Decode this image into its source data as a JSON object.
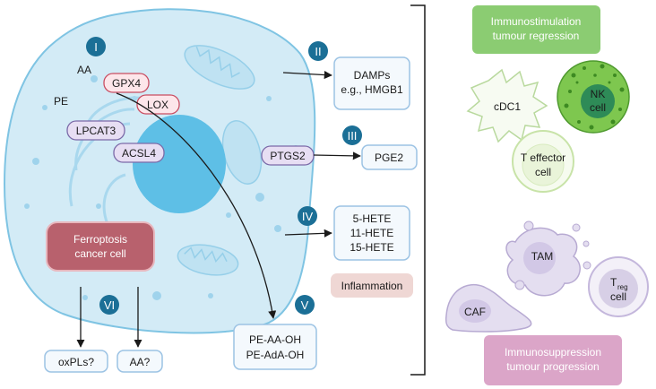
{
  "colors": {
    "cell_fill": "#d3ebf6",
    "cell_stroke": "#7fc4e3",
    "nucleus": "#5ebfe6",
    "numeral_badge": "#1b6f96",
    "enzyme_pill": "#e7def3",
    "enzyme_pill_red": "#fde6ea",
    "ferroptosis_box": "#b8616d",
    "output_box_stroke": "#9cc3e4",
    "inflammation_box": "#efd7d4",
    "immunostimulation_box": "#8bcc72",
    "immunosuppression_box": "#dba5c8",
    "nk_cell": "#7ec74f",
    "purple_cells": "#d7cfe6"
  },
  "labels": {
    "aa": "AA",
    "pe": "PE",
    "gpx4": "GPX4",
    "lox": "LOX",
    "lpcat3": "LPCAT3",
    "acsl4": "ACSL4",
    "ptgs2": "PTGS2",
    "ferroptosis_line1": "Ferroptosis",
    "ferroptosis_line2": "cancer cell"
  },
  "numerals": {
    "i": "I",
    "ii": "II",
    "iii": "III",
    "iv": "IV",
    "v": "V",
    "vi": "VI"
  },
  "outputs": {
    "damps_line1": "DAMPs",
    "damps_line2": "e.g., HMGB1",
    "pge2": "PGE2",
    "hete_1": "5-HETE",
    "hete_2": "11-HETE",
    "hete_3": "15-HETE",
    "inflammation": "Inflammation",
    "pe_aa_oh": "PE-AA-OH",
    "pe_ada_oh": "PE-AdA-OH",
    "oxpls": "oxPLs?",
    "aa_q": "AA?"
  },
  "immune": {
    "stim_line1": "Immunostimulation",
    "stim_line2": "tumour regression",
    "cdc1": "cDC1",
    "nk_line1": "NK",
    "nk_line2": "cell",
    "teff_line1": "T effector",
    "teff_line2": "cell",
    "tam": "TAM",
    "treg_t": "T",
    "treg_sub": "reg",
    "treg_cell": "cell",
    "caf": "CAF",
    "supp_line1": "Immunosuppression",
    "supp_line2": "tumour progression"
  }
}
